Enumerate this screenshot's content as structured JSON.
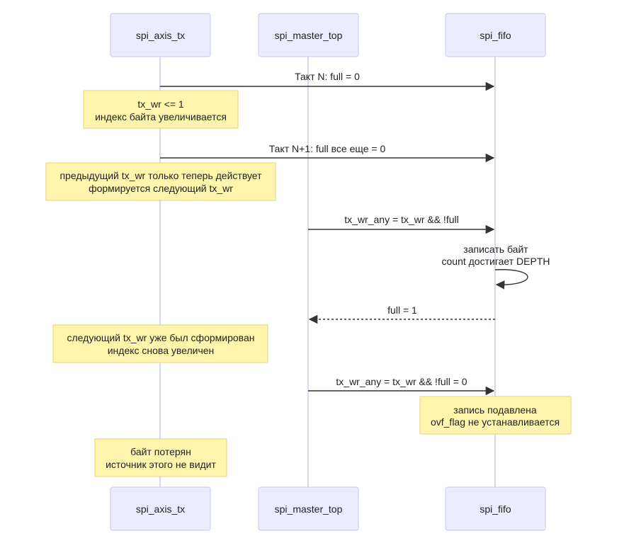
{
  "actors": [
    {
      "id": "axis",
      "label": "spi_axis_tx"
    },
    {
      "id": "master",
      "label": "spi_master_top"
    },
    {
      "id": "fifo",
      "label": "spi_fifo"
    }
  ],
  "messages": [
    {
      "from": "axis",
      "to": "fifo",
      "label": "Такт N: full = 0",
      "style": "solid"
    },
    {
      "from": "axis",
      "to": "fifo",
      "label": "Такт N+1: full все еще = 0",
      "style": "solid"
    },
    {
      "from": "master",
      "to": "fifo",
      "label": "tx_wr_any = tx_wr && !full",
      "style": "solid"
    },
    {
      "from": "fifo",
      "to": "fifo",
      "label_lines": [
        "записать байт",
        "count достигает DEPTH"
      ],
      "style": "self"
    },
    {
      "from": "fifo",
      "to": "master",
      "label": "full = 1",
      "style": "dashed"
    },
    {
      "from": "master",
      "to": "fifo",
      "label": "tx_wr_any = tx_wr && !full = 0",
      "style": "solid"
    }
  ],
  "notes": [
    {
      "over": "axis",
      "lines": [
        "tx_wr <= 1",
        "индекс байта увеличивается"
      ]
    },
    {
      "over": "axis",
      "lines": [
        "предыдущий tx_wr только теперь действует",
        "формируется следующий tx_wr"
      ]
    },
    {
      "over": "axis",
      "lines": [
        "следующий tx_wr уже был сформирован",
        "индекс снова увеличен"
      ]
    },
    {
      "over": "fifo",
      "lines": [
        "запись подавлена",
        "ovf_flag не устанавливается"
      ]
    },
    {
      "over": "axis",
      "lines": [
        "байт потерян",
        "источник этого не видит"
      ]
    }
  ]
}
